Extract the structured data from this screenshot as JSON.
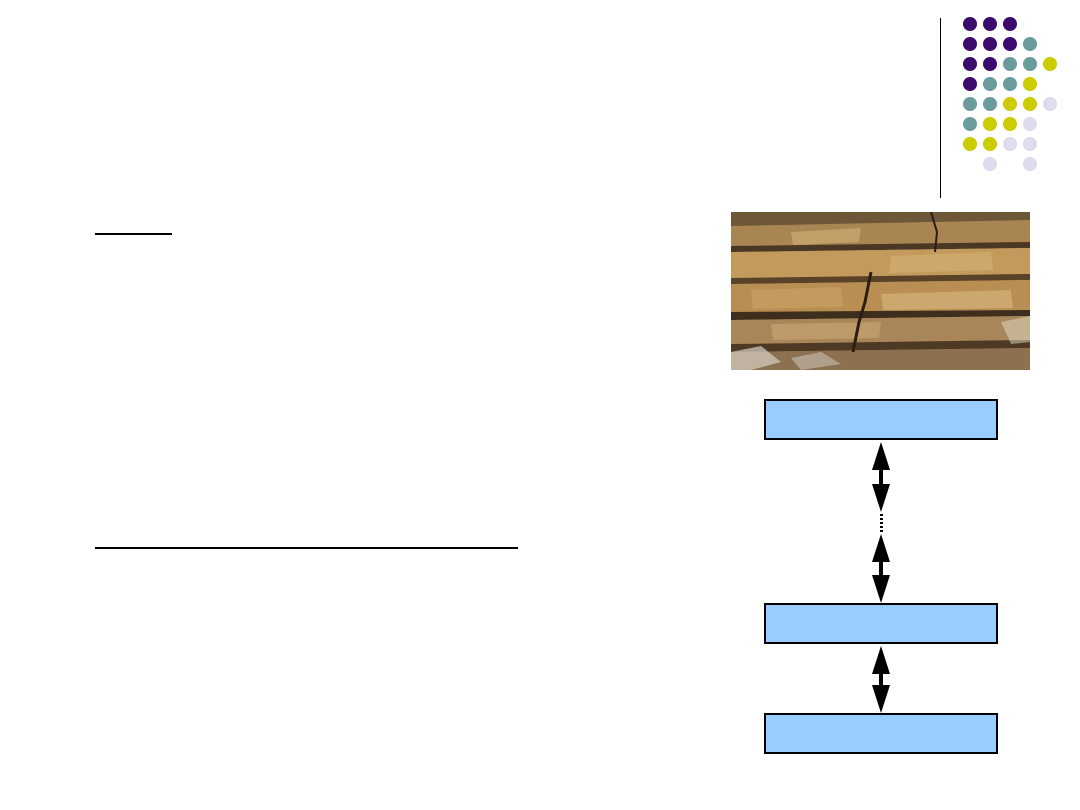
{
  "palette": {
    "purple": "#3d0a6e",
    "teal": "#6a9c9c",
    "yellow": "#cccc00",
    "lavender": "#dcdcec",
    "box_fill": "#99ccff"
  },
  "decorations": {
    "corner_dots": "decorative-dot-grid",
    "photo": "rock-strata-photo"
  },
  "diagram": {
    "boxes": [
      "",
      "",
      ""
    ],
    "arrows": [
      "double-headed-arrow",
      "double-headed-arrow",
      "double-headed-arrow"
    ]
  }
}
